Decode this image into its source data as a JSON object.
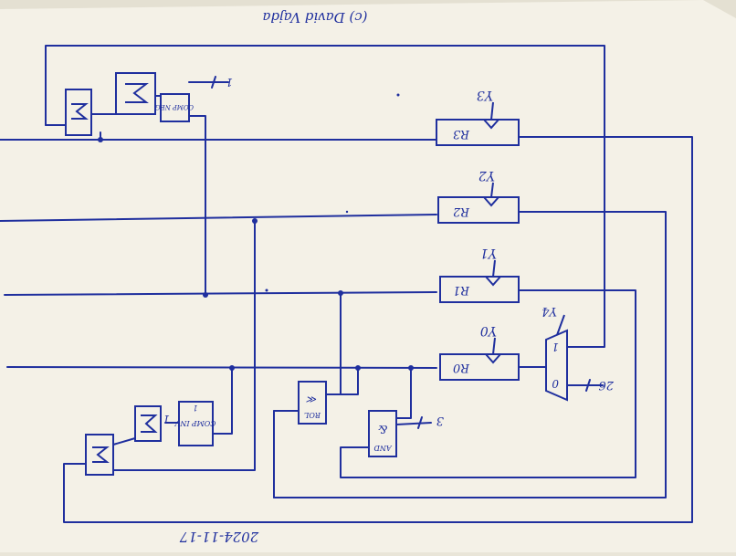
{
  "copyright": "(c) David Vajda",
  "date": "2024-11-17",
  "registers": [
    {
      "id": "r0",
      "label": "R0",
      "load": "Y0"
    },
    {
      "id": "r1",
      "label": "R1",
      "load": "Y1"
    },
    {
      "id": "r2",
      "label": "R2",
      "load": "Y2"
    },
    {
      "id": "r3",
      "label": "R3",
      "load": "Y3"
    }
  ],
  "mux": {
    "select": "Y4",
    "input0": "0",
    "input1": "1",
    "bus_width": "26"
  },
  "and_block": {
    "label": "AND",
    "symbol": "&",
    "bus_width": "3"
  },
  "rol_block": {
    "label": "ROL",
    "symbol": "≪"
  },
  "comp_inv": {
    "label": "COMP INV",
    "detail": "1"
  },
  "comp_neg": {
    "label": "COMP NEG"
  },
  "adder_upper_input": "1",
  "adder_lower_input": "1",
  "colors": {
    "ink": "#1f2f9e",
    "paper": "#f4f1e7"
  }
}
